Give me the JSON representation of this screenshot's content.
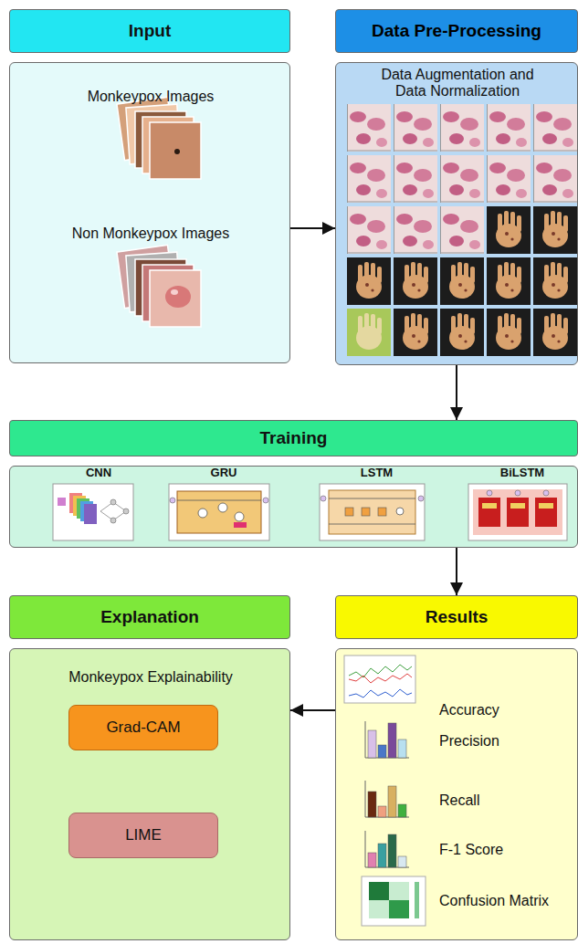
{
  "diagram": {
    "nodes": [
      {
        "text": [
          "Input",
          "Monkeypox Images",
          "Non Monkeypox Images"
        ]
      },
      {
        "text": [
          "Data Pre-Processing",
          "Data Augmentation and Data Normalization"
        ]
      },
      {
        "text": [
          "Training"
        ]
      },
      {
        "text": [
          "CNN"
        ],
        "in": 2
      },
      {
        "text": [
          "GRU"
        ],
        "in": 2
      },
      {
        "text": [
          "LSTM"
        ],
        "in": 2
      },
      {
        "text": [
          "BiLSTM"
        ],
        "in": 2
      },
      {
        "text": [
          "Explanation",
          "Monkeypox Explainability"
        ]
      },
      {
        "text": [
          "Grad-CAM"
        ],
        "in": 7
      },
      {
        "text": [
          "LIME"
        ],
        "in": 7
      },
      {
        "text": [
          "Results",
          "Accuracy",
          "Precision",
          "Recall",
          "F-1 Score",
          "Confusion Matrix"
        ]
      }
    ],
    "edges": [
      {
        "from": 0,
        "to": 1,
        "arrow": "to"
      },
      {
        "from": 1,
        "to": 2,
        "arrow": "to"
      },
      {
        "from": 2,
        "to": 10,
        "arrow": "to"
      },
      {
        "from": 10,
        "to": 7,
        "arrow": "to"
      }
    ]
  }
}
